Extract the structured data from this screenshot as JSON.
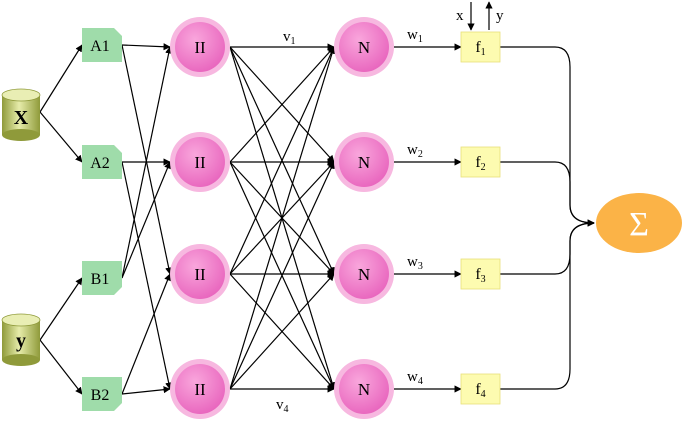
{
  "inputs": [
    {
      "label": "X"
    },
    {
      "label": "y"
    }
  ],
  "membership": [
    {
      "label": "A1"
    },
    {
      "label": "A2"
    },
    {
      "label": "B1"
    },
    {
      "label": "B2"
    }
  ],
  "product_nodes": [
    {
      "label": "II"
    },
    {
      "label": "II"
    },
    {
      "label": "II"
    },
    {
      "label": "II"
    }
  ],
  "norm_nodes": [
    {
      "label": "N"
    },
    {
      "label": "N"
    },
    {
      "label": "N"
    },
    {
      "label": "N"
    }
  ],
  "v_labels": [
    {
      "base": "v",
      "sub": "1"
    },
    {
      "base": "v",
      "sub": "4"
    }
  ],
  "w_labels": [
    {
      "base": "w",
      "sub": "1"
    },
    {
      "base": "w",
      "sub": "2"
    },
    {
      "base": "w",
      "sub": "3"
    },
    {
      "base": "w",
      "sub": "4"
    }
  ],
  "f_boxes": [
    {
      "base": "f",
      "sub": "1"
    },
    {
      "base": "f",
      "sub": "2"
    },
    {
      "base": "f",
      "sub": "3"
    },
    {
      "base": "f",
      "sub": "4"
    }
  ],
  "xy_inputs": {
    "x": "x",
    "y": "y"
  },
  "sum_node": {
    "label": "Σ"
  },
  "colors": {
    "cylinder": "#c9d27a",
    "membership": "#9fdcaa",
    "node": "#f080c8",
    "node_ring": "#f7b8e0",
    "f_box": "#fdfbb0",
    "sum": "#fbb347"
  }
}
